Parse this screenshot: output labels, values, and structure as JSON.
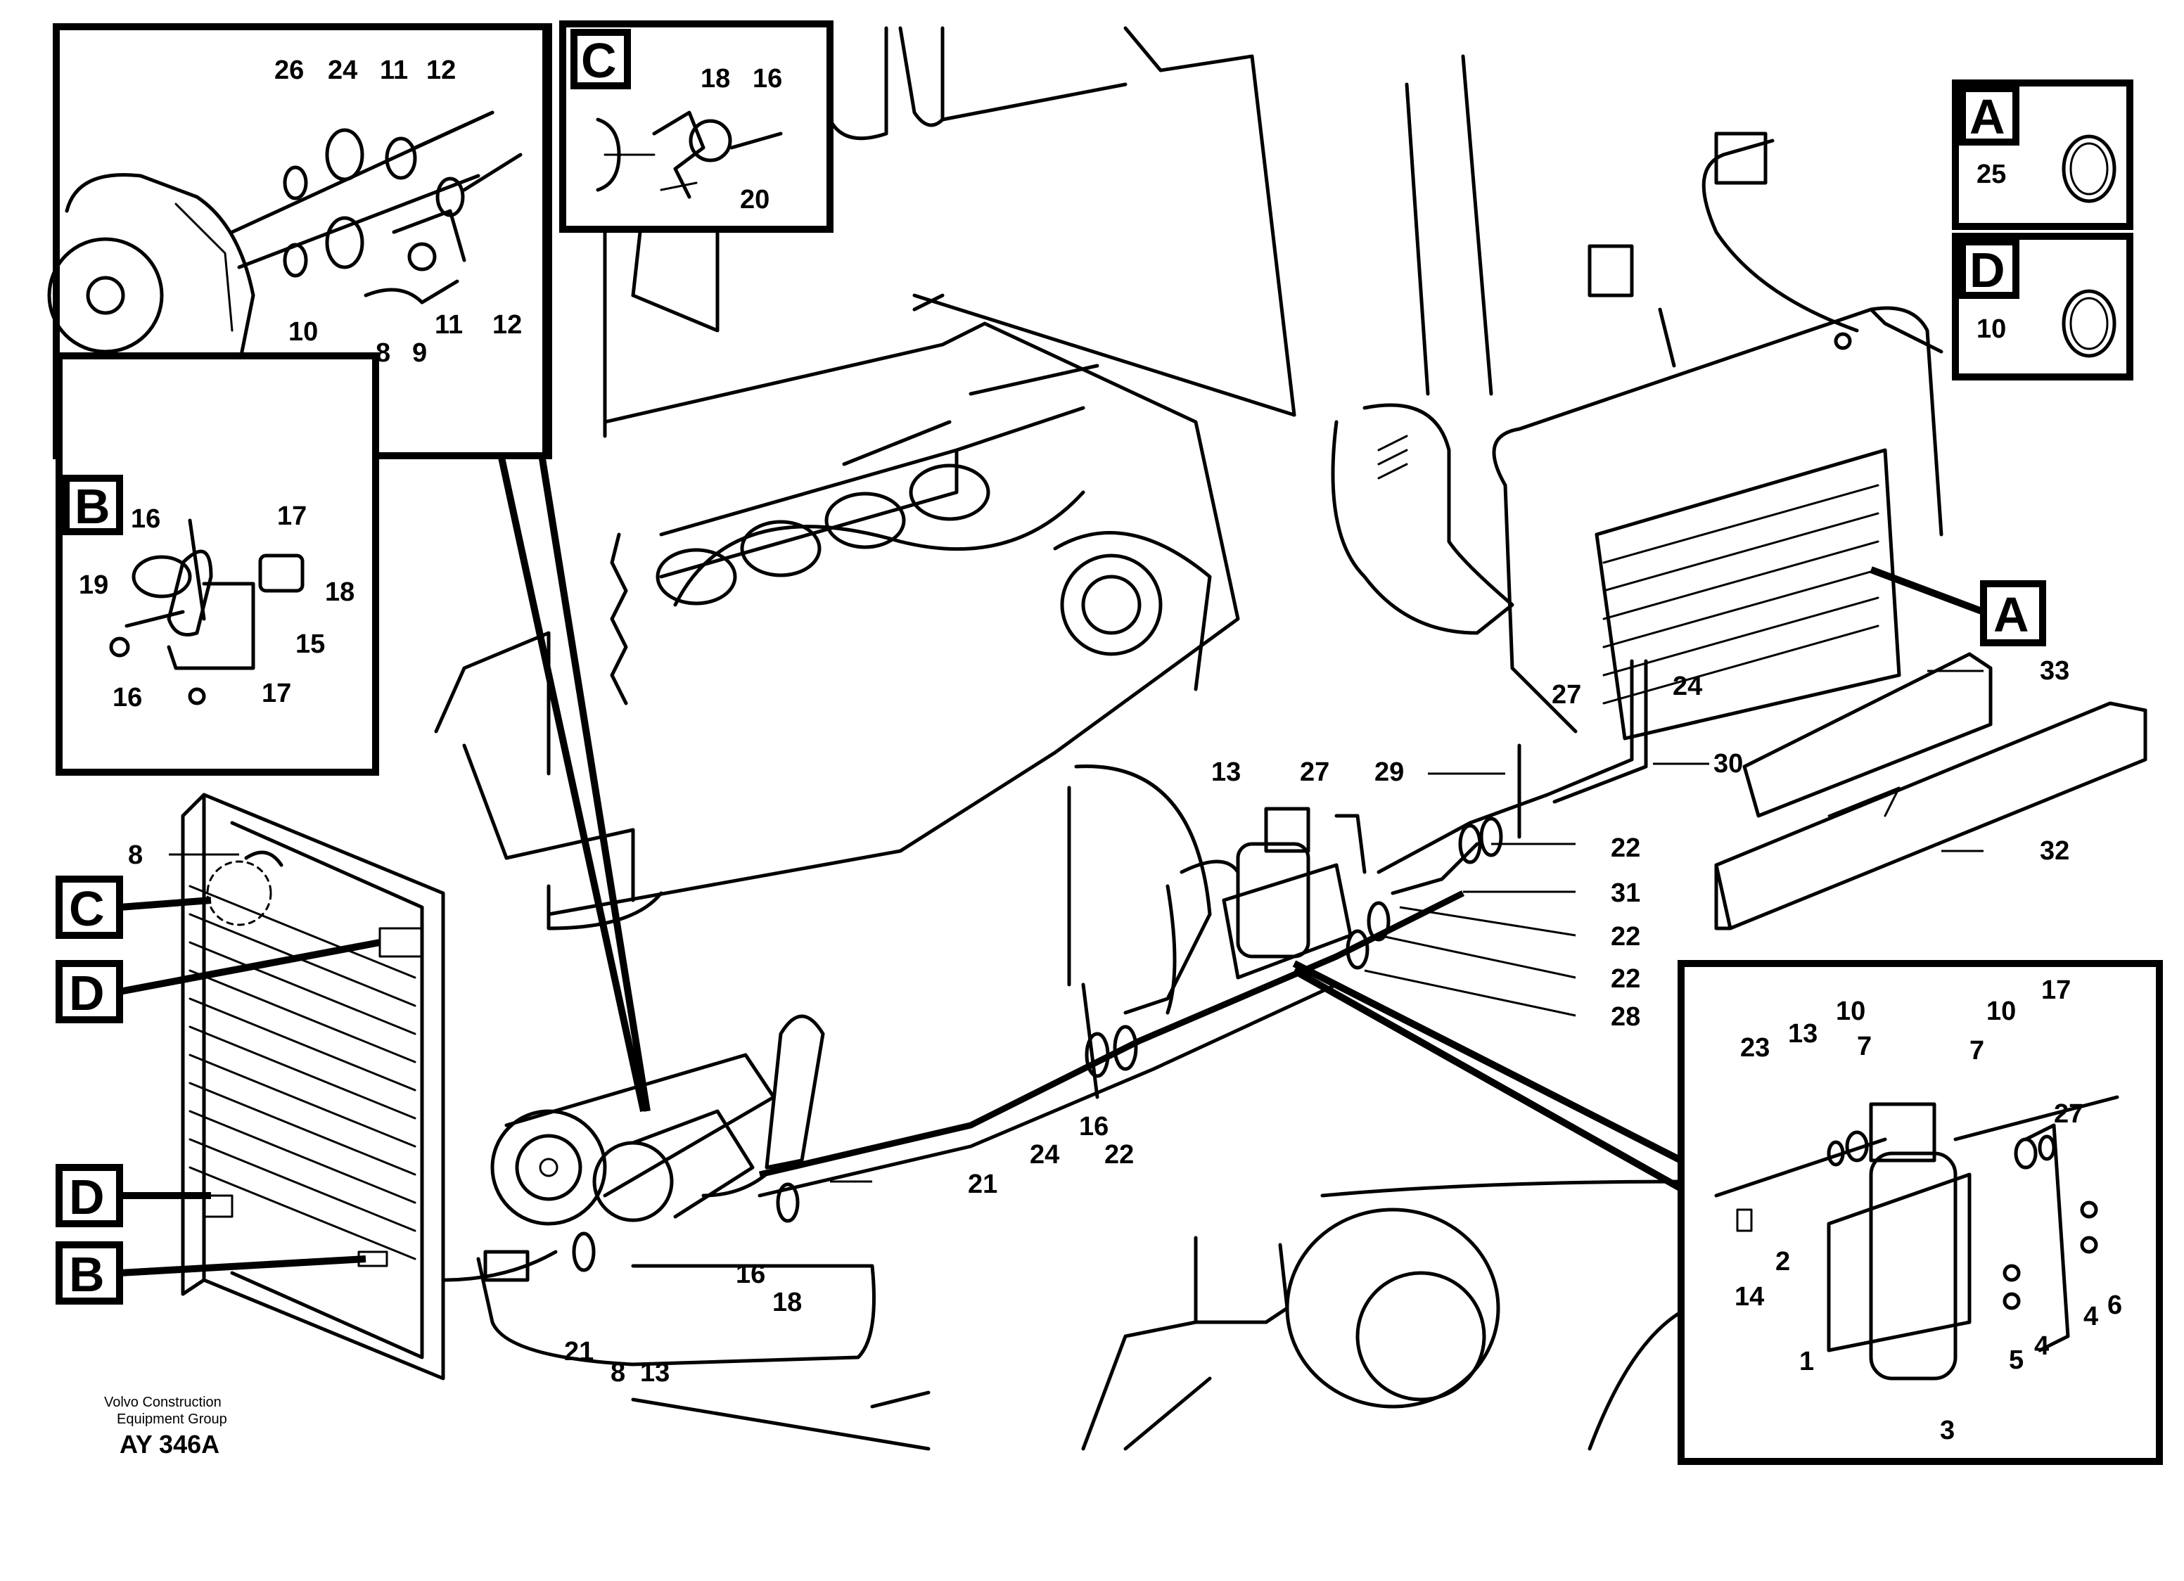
{
  "footer": {
    "company_line1": "Volvo Construction",
    "company_line2": "Equipment Group",
    "drawing_code": "AY 346A"
  },
  "detail_letters": {
    "A": "A",
    "B": "B",
    "C": "C",
    "D": "D"
  },
  "part_numbers": {
    "p1": "1",
    "p2": "2",
    "p3": "3",
    "p4": "4",
    "p5": "5",
    "p6": "6",
    "p7": "7",
    "p8": "8",
    "p9": "9",
    "p10": "10",
    "p11": "11",
    "p12": "12",
    "p13": "13",
    "p14": "14",
    "p15": "15",
    "p16": "16",
    "p17": "17",
    "p18": "18",
    "p19": "19",
    "p20": "20",
    "p21": "21",
    "p22": "22",
    "p23": "23",
    "p24": "24",
    "p25": "25",
    "p26": "26",
    "p27": "27",
    "p28": "28",
    "p29": "29",
    "p30": "30",
    "p31": "31",
    "p32": "32",
    "p33": "33"
  }
}
